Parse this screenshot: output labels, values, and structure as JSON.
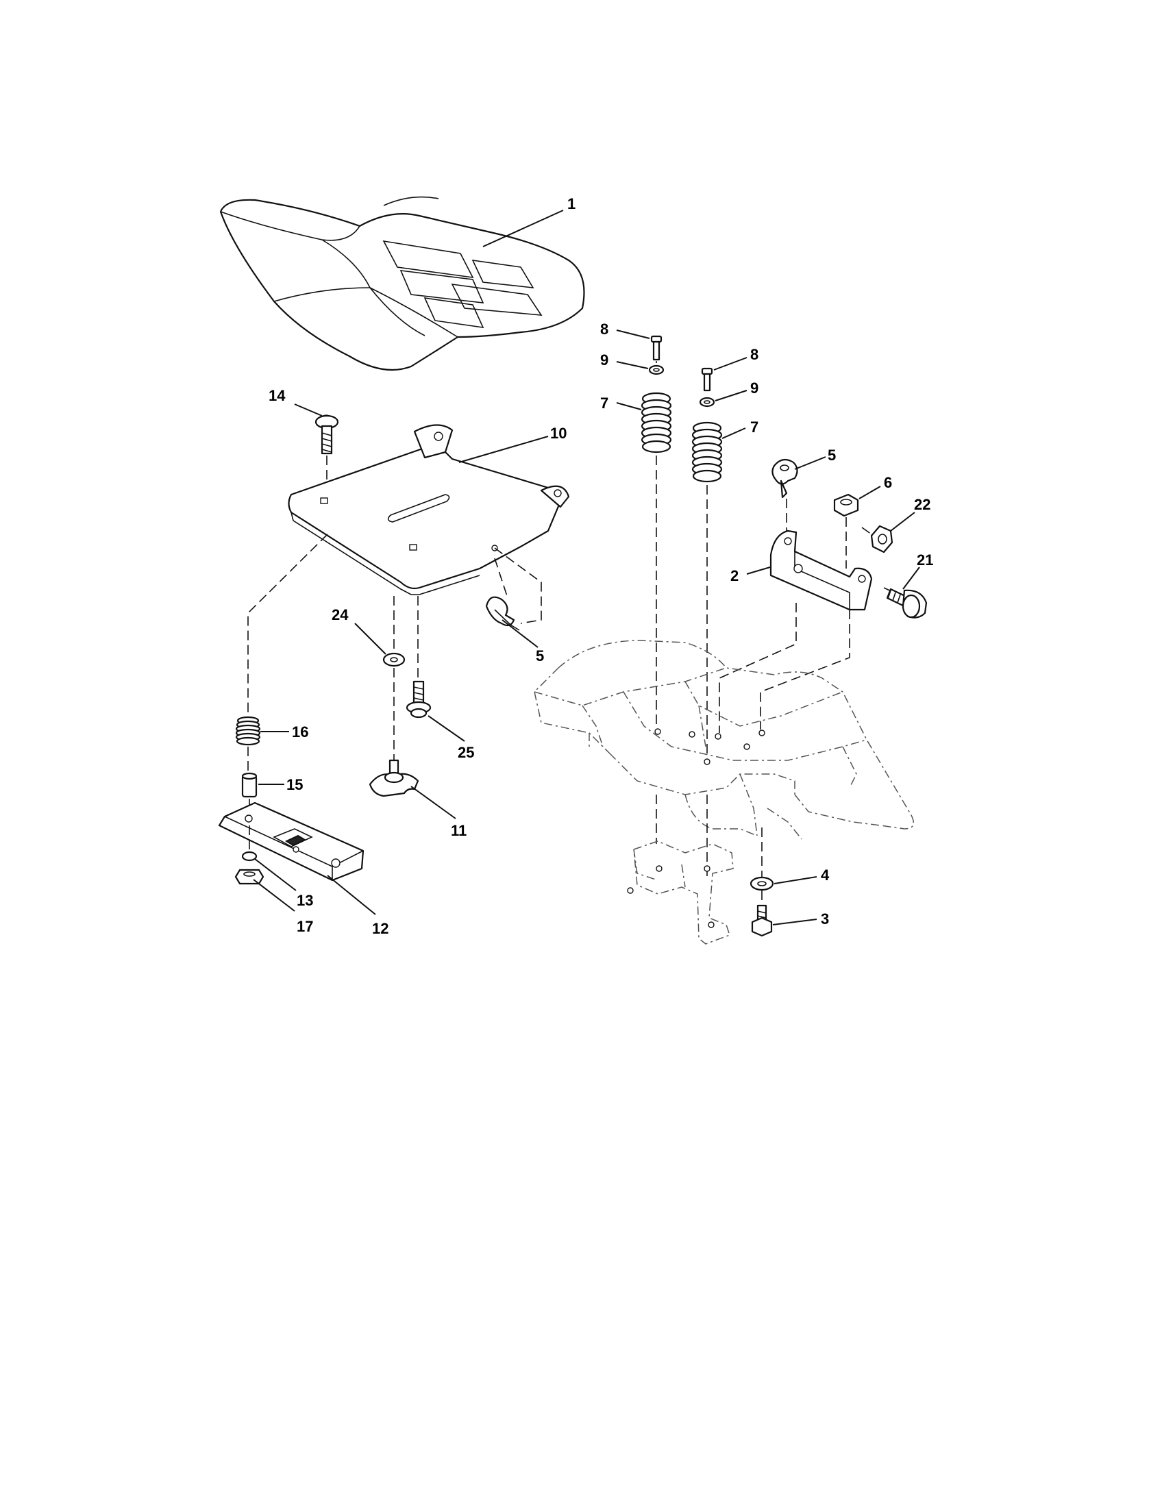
{
  "callouts": {
    "seat": "1",
    "seat_bracket": "2",
    "hex_bolt_frame": "3",
    "washer_frame": "4",
    "clip_right": "5",
    "clip_left": "5",
    "nut_bracket": "6",
    "spring_left": "7",
    "spring_right": "7",
    "bolt_top_left": "8",
    "bolt_top_right": "8",
    "washer_top_left": "9",
    "washer_top_right": "9",
    "seat_pan": "10",
    "knob": "11",
    "slide_plate": "12",
    "lock_washer": "13",
    "carriage_bolt": "14",
    "spacer": "15",
    "seat_spring": "16",
    "nut_bottom": "17",
    "shoulder_bolt": "21",
    "lock_nut": "22",
    "flat_washer": "24",
    "screw": "25"
  }
}
